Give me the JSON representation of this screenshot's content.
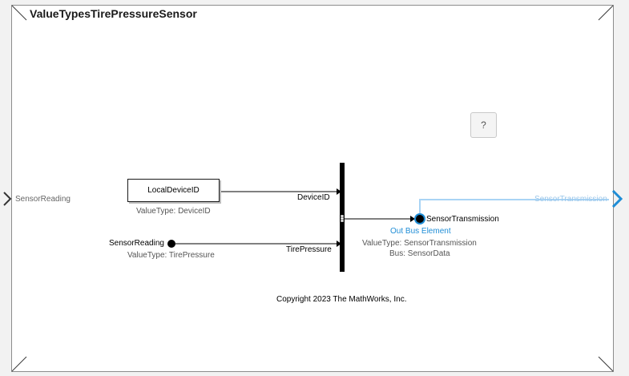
{
  "model": {
    "title": "ValueTypesTirePressureSensor"
  },
  "help_button": {
    "label": "?"
  },
  "inport": {
    "label": "SensorReading"
  },
  "outport": {
    "label": "SensorTransmission"
  },
  "local_device_block": {
    "label": "LocalDeviceID",
    "value_type": "ValueType: DeviceID"
  },
  "sensor_reading_element": {
    "label": "SensorReading",
    "value_type": "ValueType: TirePressure"
  },
  "bus_creator": {
    "signals": [
      {
        "label": "DeviceID"
      },
      {
        "label": "TirePressure"
      }
    ]
  },
  "out_bus_element": {
    "label": "SensorTransmission",
    "caption": "Out Bus Element",
    "value_type": "ValueType: SensorTransmission",
    "bus": "Bus: SensorData"
  },
  "copyright": "Copyright 2023 The MathWorks, Inc.",
  "colors": {
    "selection": "#1f8dd6",
    "line": "#000000",
    "canvas": "#ffffff",
    "frame": "#f2f2f2"
  }
}
